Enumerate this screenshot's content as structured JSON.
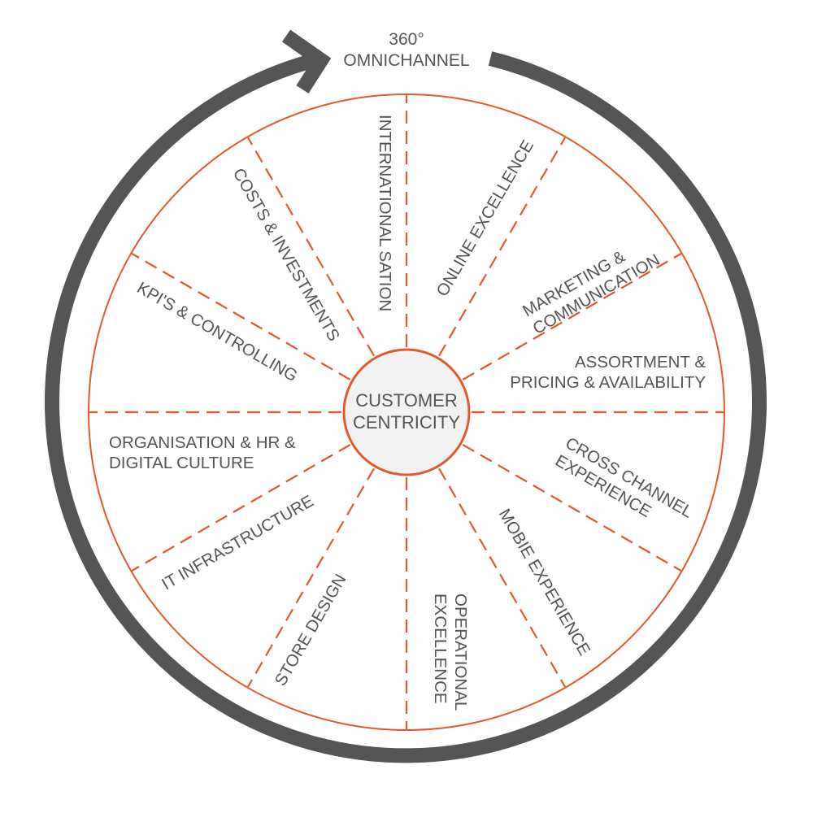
{
  "colors": {
    "accent": "#E05A2B",
    "arrow": "#555555",
    "text": "#555555",
    "center_fill": "#F2F2F2"
  },
  "header": {
    "line1": "360°",
    "line2": "OMNICHANNEL"
  },
  "center": {
    "line1": "CUSTOMER",
    "line2": "CENTRICITY"
  },
  "segments": [
    {
      "id": "international",
      "lines": [
        "INTERNATIONAL SATION"
      ]
    },
    {
      "id": "online",
      "lines": [
        "ONLINE EXCELLENCE"
      ]
    },
    {
      "id": "marketing",
      "lines": [
        "MARKETING &",
        "COMMUNICATION"
      ]
    },
    {
      "id": "assortment",
      "lines": [
        "ASSORTMENT &",
        "PRICING & AVAILABILITY"
      ]
    },
    {
      "id": "cross-channel",
      "lines": [
        "CROSS CHANNEL",
        "EXPERIENCE"
      ]
    },
    {
      "id": "mobile",
      "lines": [
        "MOBIE EXPERIENCE"
      ]
    },
    {
      "id": "operational",
      "lines": [
        "OPERATIONAL",
        "EXCELLENCE"
      ]
    },
    {
      "id": "store",
      "lines": [
        "STORE DESIGN"
      ]
    },
    {
      "id": "it",
      "lines": [
        "IT INFRASTRUCTURE"
      ]
    },
    {
      "id": "organisation",
      "lines": [
        "ORGANISATION & HR &",
        "DIGITAL CULTURE"
      ]
    },
    {
      "id": "kpis",
      "lines": [
        "KPI'S & CONTROLLING"
      ]
    },
    {
      "id": "costs",
      "lines": [
        "COSTS & INVESTMENTS"
      ]
    }
  ]
}
